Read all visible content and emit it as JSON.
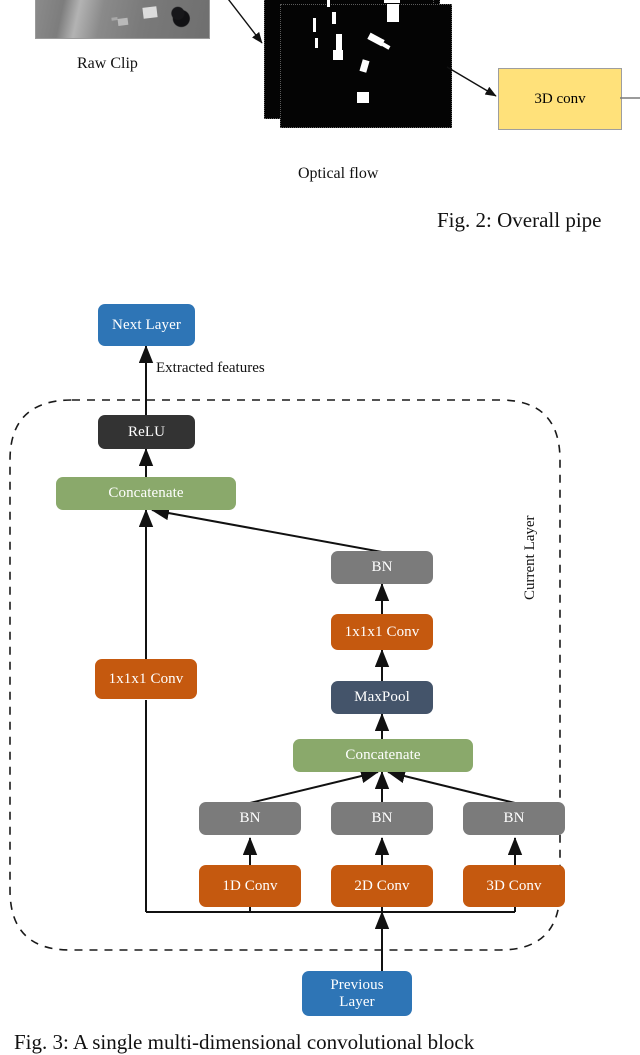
{
  "figure_top": {
    "name": "overall-pipeline-figure",
    "raw_clip_label": "Raw Clip",
    "optical_flow_label": "Optical flow",
    "conv_box_label": "3D conv",
    "caption": "Fig. 2: Overall  pipe",
    "colors": {
      "conv_box_fill": "#ffe17a",
      "conv_box_border": "#9e9e9e",
      "arrow": "#1a1a1a"
    }
  },
  "figure_bottom": {
    "name": "multi-dimensional-conv-block-figure",
    "caption": "Fig. 3:  A  single  multi-dimensional  convolutional  block",
    "group_label": "Current Layer",
    "edge_label": "Extracted features",
    "colors": {
      "blue": "#2e75b6",
      "dark": "#333333",
      "green": "#8aa96b",
      "orange": "#c5590f",
      "gray": "#7b7b7b",
      "slate": "#44546a",
      "stroke": "#111111",
      "dashed": "#1a1a1a"
    },
    "nodes": [
      {
        "id": "next-layer",
        "label": "Next Layer",
        "color": "blue"
      },
      {
        "id": "relu",
        "label": "ReLU",
        "color": "dark"
      },
      {
        "id": "concat-top",
        "label": "Concatenate",
        "color": "green"
      },
      {
        "id": "bn-top",
        "label": "BN",
        "color": "gray"
      },
      {
        "id": "conv1x1x1-right",
        "label": "1x1x1 Conv",
        "color": "orange"
      },
      {
        "id": "maxpool",
        "label": "MaxPool",
        "color": "slate"
      },
      {
        "id": "concat-mid",
        "label": "Concatenate",
        "color": "green"
      },
      {
        "id": "conv1x1x1-left",
        "label": "1x1x1 Conv",
        "color": "orange"
      },
      {
        "id": "bn-1d",
        "label": "BN",
        "color": "gray"
      },
      {
        "id": "bn-2d",
        "label": "BN",
        "color": "gray"
      },
      {
        "id": "bn-3d",
        "label": "BN",
        "color": "gray"
      },
      {
        "id": "conv-1d",
        "label": "1D Conv",
        "color": "orange"
      },
      {
        "id": "conv-2d",
        "label": "2D Conv",
        "color": "orange"
      },
      {
        "id": "conv-3d",
        "label": "3D Conv",
        "color": "orange"
      },
      {
        "id": "previous-layer",
        "label": "Previous\nLayer",
        "color": "blue"
      }
    ]
  }
}
